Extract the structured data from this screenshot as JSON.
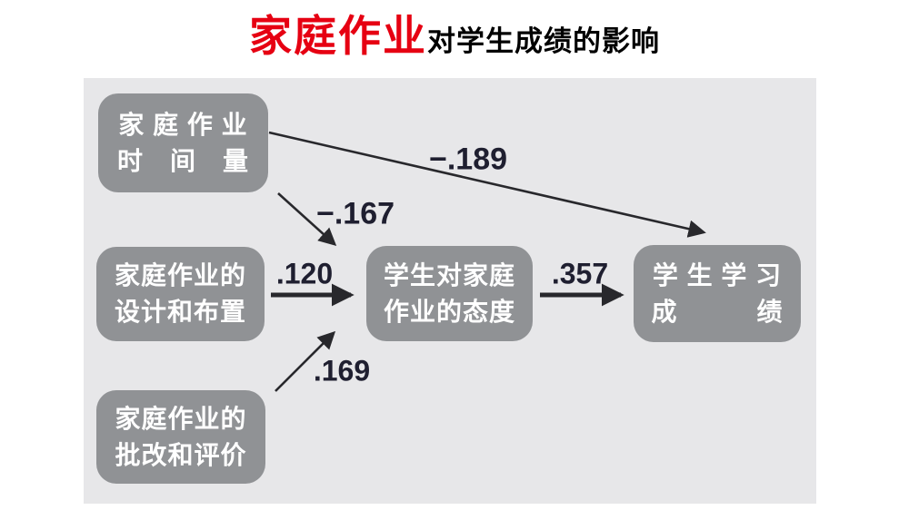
{
  "title": {
    "highlight": "家庭作业",
    "rest": "对学生成绩的影响"
  },
  "colors": {
    "highlight": "#e60012",
    "panel": "#e7e7e9",
    "box": "#909295",
    "arrow": "#28282c",
    "label": "#1f1f30"
  },
  "diagram": {
    "nodes": [
      {
        "id": "homework-time",
        "lines": [
          "家 庭 作 业",
          "时　间　量"
        ]
      },
      {
        "id": "homework-design",
        "lines": [
          "家庭作业的",
          "设计和布置"
        ]
      },
      {
        "id": "homework-feedback",
        "lines": [
          "家庭作业的",
          "批改和评价"
        ]
      },
      {
        "id": "student-attitude",
        "lines": [
          "学生对家庭",
          "作业的态度"
        ]
      },
      {
        "id": "student-achievement",
        "lines": [
          "学 生 学 习",
          "成　　　绩"
        ]
      }
    ],
    "edges": [
      {
        "from": "homework-time",
        "to": "student-achievement",
        "label": "−.189"
      },
      {
        "from": "homework-time",
        "to": "student-attitude",
        "label": "−.167"
      },
      {
        "from": "homework-design",
        "to": "student-attitude",
        "label": ".120"
      },
      {
        "from": "homework-feedback",
        "to": "student-attitude",
        "label": ".169"
      },
      {
        "from": "student-attitude",
        "to": "student-achievement",
        "label": ".357"
      }
    ]
  }
}
